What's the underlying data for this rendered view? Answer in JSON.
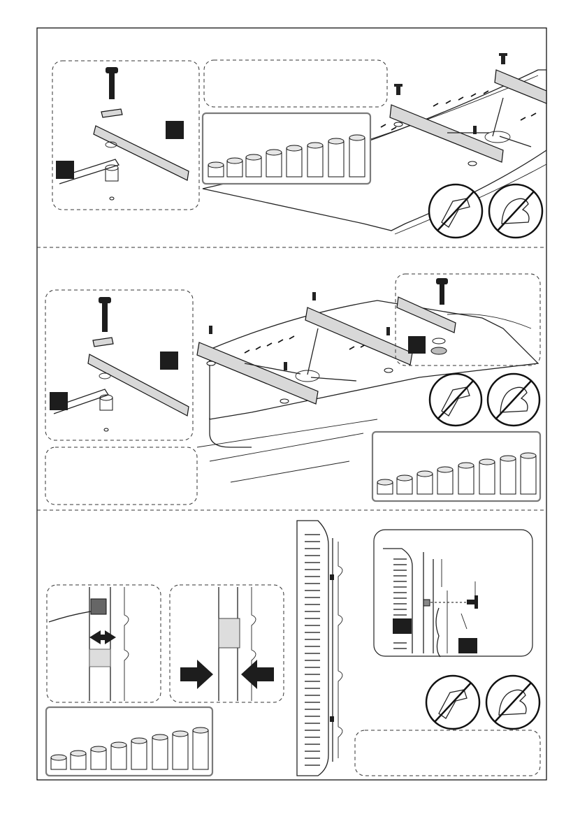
{
  "page": {
    "background": "#ffffff",
    "frame_color": "#000000",
    "marker_color": "#1d1d1d",
    "spacer_box_border": "#7a7a7a"
  },
  "steps": [
    {
      "id": "step-1",
      "description_text": ""
    },
    {
      "id": "step-2",
      "description_text": ""
    },
    {
      "id": "step-3",
      "description_text": ""
    }
  ],
  "icons": [
    "screw-icon",
    "washer-icon",
    "spacer-icon",
    "mounting-bracket-icon",
    "no-power-drill-icon",
    "no-overtighten-icon",
    "double-arrow-icon",
    "push-arrow-icon",
    "safety-strap-icon",
    "tv-side-view-icon"
  ],
  "spacer_sets": {
    "count_per_set": 8
  }
}
